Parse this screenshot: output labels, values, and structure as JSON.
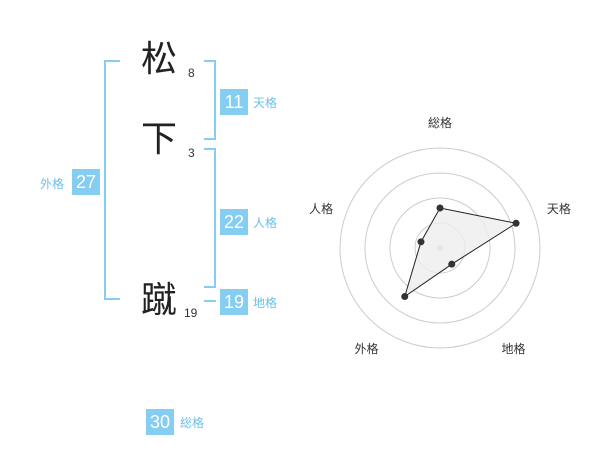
{
  "name_chars": [
    {
      "char": "松",
      "strokes": "8"
    },
    {
      "char": "下",
      "strokes": "3"
    },
    {
      "char": "蹴",
      "strokes": "19"
    }
  ],
  "kaku": {
    "tenkaku": {
      "value": "11",
      "label": "天格"
    },
    "jinkaku": {
      "value": "22",
      "label": "人格"
    },
    "chikaku": {
      "value": "19",
      "label": "地格"
    },
    "gaikaku": {
      "value": "27",
      "label": "外格"
    },
    "soukaku": {
      "value": "30",
      "label": "総格"
    }
  },
  "chart_data": {
    "type": "radar",
    "axes": [
      "総格",
      "天格",
      "地格",
      "外格",
      "人格"
    ],
    "values": [
      2,
      4,
      1,
      3,
      1
    ],
    "max": 5,
    "rings": 4,
    "fill_color": "#eeeeee",
    "line_color": "#222222",
    "ring_color": "#cccccc"
  },
  "colors": {
    "accent": "#86cdf2",
    "accent_text": "#6cc0ea"
  }
}
